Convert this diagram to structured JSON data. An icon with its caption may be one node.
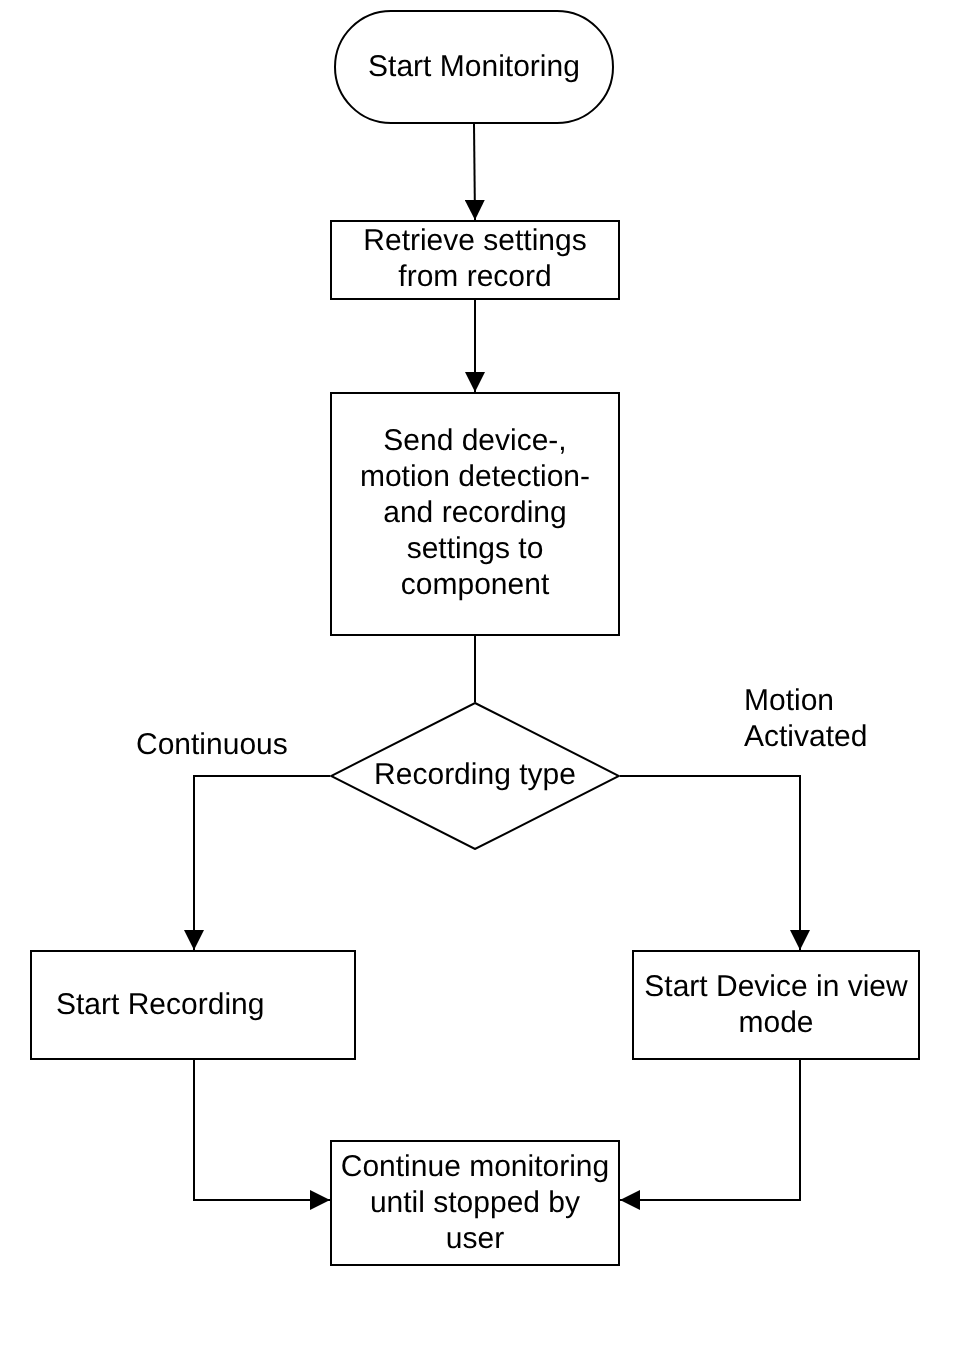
{
  "diagram": {
    "nodes": [
      {
        "text": [
          "Start Monitoring"
        ]
      },
      {
        "text": [
          "Retrieve settings from record"
        ]
      },
      {
        "text": [
          "Send device-, motion detection- and recording settings to component"
        ]
      },
      {
        "text": [
          "Recording type"
        ]
      },
      {
        "text": [
          "Start Recording"
        ]
      },
      {
        "text": [
          "Start Device in view mode"
        ]
      },
      {
        "text": [
          "Continue monitoring until stopped by user"
        ]
      }
    ],
    "edges": [
      {
        "from": 0,
        "to": 1,
        "arrow": "to"
      },
      {
        "from": 1,
        "to": 2,
        "arrow": "to"
      },
      {
        "from": 2,
        "to": 3,
        "arrow": "none"
      },
      {
        "from": 3,
        "to": 4,
        "arrow": "to",
        "label": "Continuous"
      },
      {
        "from": 3,
        "to": 5,
        "arrow": "to",
        "label": "Motion Activated"
      },
      {
        "from": 4,
        "to": 6,
        "arrow": "to"
      },
      {
        "from": 5,
        "to": 6,
        "arrow": "to"
      }
    ]
  }
}
